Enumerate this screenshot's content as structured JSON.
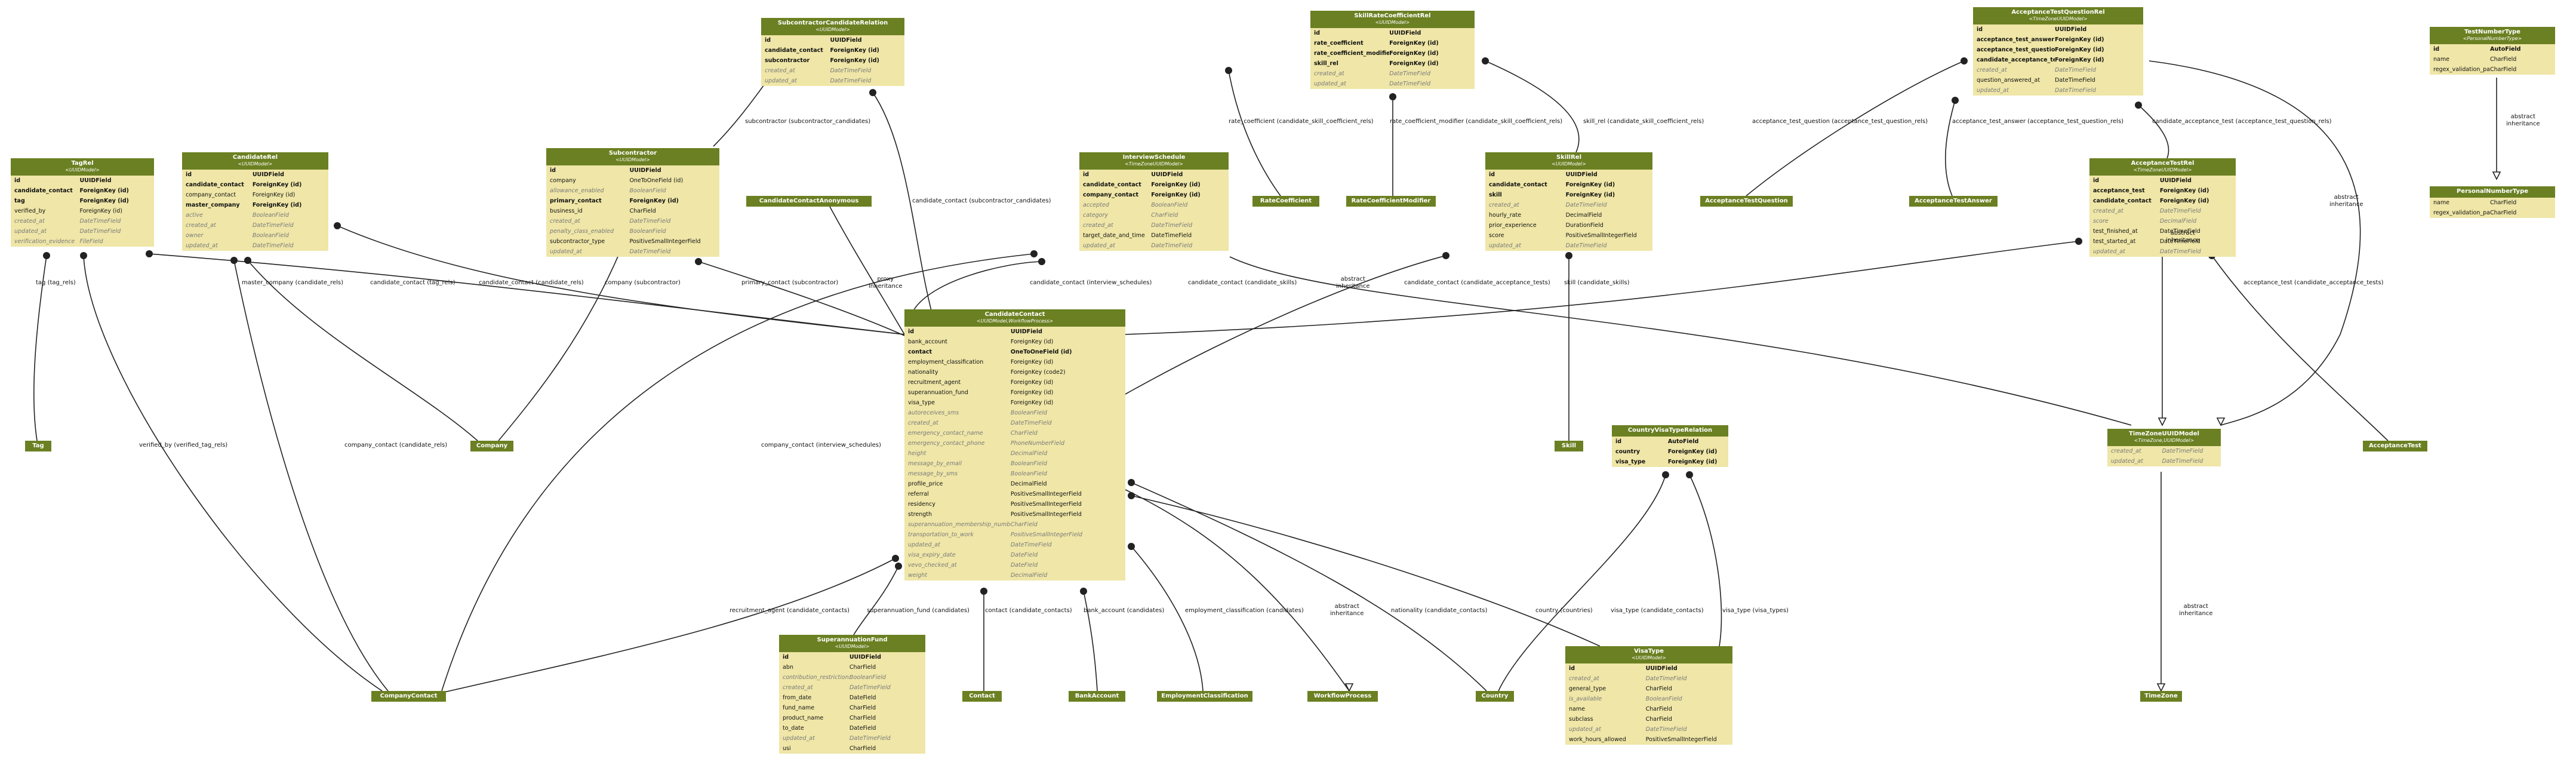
{
  "colors": {
    "header": "#6b8022",
    "body": "#efe6a7",
    "edge": "#222222"
  },
  "models": [
    {
      "id": "subcontractor-candidate-relation",
      "title": "SubcontractorCandidateRelation",
      "subtitle": "<UUIDModel>",
      "fields": [
        {
          "n": "id",
          "t": "UUIDField",
          "s": "pk"
        },
        {
          "n": "candidate_contact",
          "t": "ForeignKey (id)",
          "s": "k"
        },
        {
          "n": "subcontractor",
          "t": "ForeignKey (id)",
          "s": "k"
        },
        {
          "n": "created_at",
          "t": "DateTimeField",
          "s": "inh"
        },
        {
          "n": "updated_at",
          "t": "DateTimeField",
          "s": "inh"
        }
      ]
    },
    {
      "id": "skill-rate-coefficient-rel",
      "title": "SkillRateCoefficientRel",
      "subtitle": "<UUIDModel>",
      "fields": [
        {
          "n": "id",
          "t": "UUIDField",
          "s": "pk"
        },
        {
          "n": "rate_coefficient",
          "t": "ForeignKey (id)",
          "s": "k"
        },
        {
          "n": "rate_coefficient_modifier",
          "t": "ForeignKey (id)",
          "s": "k"
        },
        {
          "n": "skill_rel",
          "t": "ForeignKey (id)",
          "s": "k"
        },
        {
          "n": "created_at",
          "t": "DateTimeField",
          "s": "inh"
        },
        {
          "n": "updated_at",
          "t": "DateTimeField",
          "s": "inh"
        }
      ]
    },
    {
      "id": "acceptance-test-question-rel",
      "title": "AcceptanceTestQuestionRel",
      "subtitle": "<TimeZoneUUIDModel>",
      "fields": [
        {
          "n": "id",
          "t": "UUIDField",
          "s": "pk"
        },
        {
          "n": "acceptance_test_answer",
          "t": "ForeignKey (id)",
          "s": "k"
        },
        {
          "n": "acceptance_test_question",
          "t": "ForeignKey (id)",
          "s": "k"
        },
        {
          "n": "candidate_acceptance_test",
          "t": "ForeignKey (id)",
          "s": "k"
        },
        {
          "n": "created_at",
          "t": "DateTimeField",
          "s": "inh"
        },
        {
          "n": "question_answered_at",
          "t": "DateTimeField",
          "s": ""
        },
        {
          "n": "updated_at",
          "t": "DateTimeField",
          "s": "inh"
        }
      ]
    },
    {
      "id": "test-number-type",
      "title": "TestNumberType",
      "subtitle": "<PersonalNumberType>",
      "fields": [
        {
          "n": "id",
          "t": "AutoField",
          "s": "pk"
        },
        {
          "n": "name",
          "t": "CharField",
          "s": ""
        },
        {
          "n": "regex_validation_pattern",
          "t": "CharField",
          "s": ""
        }
      ]
    },
    {
      "id": "personal-number-type",
      "title": "PersonalNumberType",
      "subtitle": "",
      "fields": [
        {
          "n": "name",
          "t": "CharField",
          "s": ""
        },
        {
          "n": "regex_validation_pattern",
          "t": "CharField",
          "s": ""
        }
      ]
    },
    {
      "id": "tag-rel",
      "title": "TagRel",
      "subtitle": "<UUIDModel>",
      "fields": [
        {
          "n": "id",
          "t": "UUIDField",
          "s": "pk"
        },
        {
          "n": "candidate_contact",
          "t": "ForeignKey (id)",
          "s": "k"
        },
        {
          "n": "tag",
          "t": "ForeignKey (id)",
          "s": "k"
        },
        {
          "n": "verified_by",
          "t": "ForeignKey (id)",
          "s": ""
        },
        {
          "n": "created_at",
          "t": "DateTimeField",
          "s": "inh"
        },
        {
          "n": "updated_at",
          "t": "DateTimeField",
          "s": "inh"
        },
        {
          "n": "verification_evidence",
          "t": "FileField",
          "s": "inh"
        }
      ]
    },
    {
      "id": "candidate-rel",
      "title": "CandidateRel",
      "subtitle": "<UUIDModel>",
      "fields": [
        {
          "n": "id",
          "t": "UUIDField",
          "s": "pk"
        },
        {
          "n": "candidate_contact",
          "t": "ForeignKey (id)",
          "s": "k"
        },
        {
          "n": "company_contact",
          "t": "ForeignKey (id)",
          "s": ""
        },
        {
          "n": "master_company",
          "t": "ForeignKey (id)",
          "s": "k"
        },
        {
          "n": "active",
          "t": "BooleanField",
          "s": "inh"
        },
        {
          "n": "created_at",
          "t": "DateTimeField",
          "s": "inh"
        },
        {
          "n": "owner",
          "t": "BooleanField",
          "s": "inh"
        },
        {
          "n": "updated_at",
          "t": "DateTimeField",
          "s": "inh"
        }
      ]
    },
    {
      "id": "subcontractor",
      "title": "Subcontractor",
      "subtitle": "<UUIDModel>",
      "fields": [
        {
          "n": "id",
          "t": "UUIDField",
          "s": "pk"
        },
        {
          "n": "company",
          "t": "OneToOneField (id)",
          "s": ""
        },
        {
          "n": "allowance_enabled",
          "t": "BooleanField",
          "s": "inh"
        },
        {
          "n": "primary_contact",
          "t": "ForeignKey (id)",
          "s": "k"
        },
        {
          "n": "business_id",
          "t": "CharField",
          "s": ""
        },
        {
          "n": "created_at",
          "t": "DateTimeField",
          "s": "inh"
        },
        {
          "n": "penalty_class_enabled",
          "t": "BooleanField",
          "s": "inh"
        },
        {
          "n": "subcontractor_type",
          "t": "PositiveSmallIntegerField",
          "s": ""
        },
        {
          "n": "updated_at",
          "t": "DateTimeField",
          "s": "inh"
        }
      ]
    },
    {
      "id": "interview-schedule",
      "title": "InterviewSchedule",
      "subtitle": "<TimeZoneUUIDModel>",
      "fields": [
        {
          "n": "id",
          "t": "UUIDField",
          "s": "pk"
        },
        {
          "n": "candidate_contact",
          "t": "ForeignKey (id)",
          "s": "k"
        },
        {
          "n": "company_contact",
          "t": "ForeignKey (id)",
          "s": "k"
        },
        {
          "n": "accepted",
          "t": "BooleanField",
          "s": "inh"
        },
        {
          "n": "category",
          "t": "CharField",
          "s": "inh"
        },
        {
          "n": "created_at",
          "t": "DateTimeField",
          "s": "inh"
        },
        {
          "n": "target_date_and_time",
          "t": "DateTimeField",
          "s": ""
        },
        {
          "n": "updated_at",
          "t": "DateTimeField",
          "s": "inh"
        }
      ]
    },
    {
      "id": "skill-rel",
      "title": "SkillRel",
      "subtitle": "<UUIDModel>",
      "fields": [
        {
          "n": "id",
          "t": "UUIDField",
          "s": "pk"
        },
        {
          "n": "candidate_contact",
          "t": "ForeignKey (id)",
          "s": "k"
        },
        {
          "n": "skill",
          "t": "ForeignKey (id)",
          "s": "k"
        },
        {
          "n": "created_at",
          "t": "DateTimeField",
          "s": "inh"
        },
        {
          "n": "hourly_rate",
          "t": "DecimalField",
          "s": ""
        },
        {
          "n": "prior_experience",
          "t": "DurationField",
          "s": ""
        },
        {
          "n": "score",
          "t": "PositiveSmallIntegerField",
          "s": ""
        },
        {
          "n": "updated_at",
          "t": "DateTimeField",
          "s": "inh"
        }
      ]
    },
    {
      "id": "acceptance-test-rel",
      "title": "AcceptanceTestRel",
      "subtitle": "<TimeZoneUUIDModel>",
      "fields": [
        {
          "n": "id",
          "t": "UUIDField",
          "s": "pk"
        },
        {
          "n": "acceptance_test",
          "t": "ForeignKey (id)",
          "s": "k"
        },
        {
          "n": "candidate_contact",
          "t": "ForeignKey (id)",
          "s": "k"
        },
        {
          "n": "created_at",
          "t": "DateTimeField",
          "s": "inh"
        },
        {
          "n": "score",
          "t": "DecimalField",
          "s": "inh"
        },
        {
          "n": "test_finished_at",
          "t": "DateTimeField",
          "s": ""
        },
        {
          "n": "test_started_at",
          "t": "DateTimeField",
          "s": ""
        },
        {
          "n": "updated_at",
          "t": "DateTimeField",
          "s": "inh"
        }
      ]
    },
    {
      "id": "candidate-contact",
      "title": "CandidateContact",
      "subtitle": "<UUIDModel,WorkflowProcess>",
      "fields": [
        {
          "n": "id",
          "t": "UUIDField",
          "s": "pk"
        },
        {
          "n": "bank_account",
          "t": "ForeignKey (id)",
          "s": ""
        },
        {
          "n": "contact",
          "t": "OneToOneField (id)",
          "s": "k"
        },
        {
          "n": "employment_classification",
          "t": "ForeignKey (id)",
          "s": ""
        },
        {
          "n": "nationality",
          "t": "ForeignKey (code2)",
          "s": ""
        },
        {
          "n": "recruitment_agent",
          "t": "ForeignKey (id)",
          "s": ""
        },
        {
          "n": "superannuation_fund",
          "t": "ForeignKey (id)",
          "s": ""
        },
        {
          "n": "visa_type",
          "t": "ForeignKey (id)",
          "s": ""
        },
        {
          "n": "autoreceives_sms",
          "t": "BooleanField",
          "s": "inh"
        },
        {
          "n": "created_at",
          "t": "DateTimeField",
          "s": "inh"
        },
        {
          "n": "emergency_contact_name",
          "t": "CharField",
          "s": "inh"
        },
        {
          "n": "emergency_contact_phone",
          "t": "PhoneNumberField",
          "s": "inh"
        },
        {
          "n": "height",
          "t": "DecimalField",
          "s": "inh"
        },
        {
          "n": "message_by_email",
          "t": "BooleanField",
          "s": "inh"
        },
        {
          "n": "message_by_sms",
          "t": "BooleanField",
          "s": "inh"
        },
        {
          "n": "profile_price",
          "t": "DecimalField",
          "s": ""
        },
        {
          "n": "referral",
          "t": "PositiveSmallIntegerField",
          "s": ""
        },
        {
          "n": "residency",
          "t": "PositiveSmallIntegerField",
          "s": ""
        },
        {
          "n": "strength",
          "t": "PositiveSmallIntegerField",
          "s": ""
        },
        {
          "n": "superannuation_membership_number",
          "t": "CharField",
          "s": "inh"
        },
        {
          "n": "transportation_to_work",
          "t": "PositiveSmallIntegerField",
          "s": "inh"
        },
        {
          "n": "updated_at",
          "t": "DateTimeField",
          "s": "inh"
        },
        {
          "n": "visa_expiry_date",
          "t": "DateField",
          "s": "inh"
        },
        {
          "n": "vevo_checked_at",
          "t": "DateField",
          "s": "inh"
        },
        {
          "n": "weight",
          "t": "DecimalField",
          "s": "inh"
        }
      ]
    },
    {
      "id": "country-visa-type-relation",
      "title": "CountryVisaTypeRelation",
      "subtitle": "",
      "fields": [
        {
          "n": "id",
          "t": "AutoField",
          "s": "pk"
        },
        {
          "n": "country",
          "t": "ForeignKey (id)",
          "s": "k"
        },
        {
          "n": "visa_type",
          "t": "ForeignKey (id)",
          "s": "k"
        }
      ]
    },
    {
      "id": "time-zone-uuid-model",
      "title": "TimeZoneUUIDModel",
      "subtitle": "<TimeZone,UUIDModel>",
      "fields": [
        {
          "n": "created_at",
          "t": "DateTimeField",
          "s": "inh"
        },
        {
          "n": "updated_at",
          "t": "DateTimeField",
          "s": "inh"
        }
      ]
    },
    {
      "id": "superannuation-fund",
      "title": "SuperannuationFund",
      "subtitle": "<UUIDModel>",
      "fields": [
        {
          "n": "id",
          "t": "UUIDField",
          "s": "pk"
        },
        {
          "n": "abn",
          "t": "CharField",
          "s": ""
        },
        {
          "n": "contribution_restrictions",
          "t": "BooleanField",
          "s": "inh"
        },
        {
          "n": "created_at",
          "t": "DateTimeField",
          "s": "inh"
        },
        {
          "n": "from_date",
          "t": "DateField",
          "s": ""
        },
        {
          "n": "fund_name",
          "t": "CharField",
          "s": ""
        },
        {
          "n": "product_name",
          "t": "CharField",
          "s": ""
        },
        {
          "n": "to_date",
          "t": "DateField",
          "s": ""
        },
        {
          "n": "updated_at",
          "t": "DateTimeField",
          "s": "inh"
        },
        {
          "n": "usi",
          "t": "CharField",
          "s": ""
        }
      ]
    },
    {
      "id": "visa-type",
      "title": "VisaType",
      "subtitle": "<UUIDModel>",
      "fields": [
        {
          "n": "id",
          "t": "UUIDField",
          "s": "pk"
        },
        {
          "n": "created_at",
          "t": "DateTimeField",
          "s": "inh"
        },
        {
          "n": "general_type",
          "t": "CharField",
          "s": ""
        },
        {
          "n": "is_available",
          "t": "BooleanField",
          "s": "inh"
        },
        {
          "n": "name",
          "t": "CharField",
          "s": ""
        },
        {
          "n": "subclass",
          "t": "CharField",
          "s": ""
        },
        {
          "n": "updated_at",
          "t": "DateTimeField",
          "s": "inh"
        },
        {
          "n": "work_hours_allowed",
          "t": "PositiveSmallIntegerField",
          "s": ""
        }
      ]
    }
  ],
  "chips": [
    {
      "id": "candidate-contact-anonymous",
      "label": "CandidateContactAnonymous"
    },
    {
      "id": "rate-coefficient",
      "label": "RateCoefficient"
    },
    {
      "id": "rate-coefficient-modifier",
      "label": "RateCoefficientModifier"
    },
    {
      "id": "acceptance-test-question",
      "label": "AcceptanceTestQuestion"
    },
    {
      "id": "acceptance-test-answer",
      "label": "AcceptanceTestAnswer"
    },
    {
      "id": "tag",
      "label": "Tag"
    },
    {
      "id": "company",
      "label": "Company"
    },
    {
      "id": "skill",
      "label": "Skill"
    },
    {
      "id": "acceptance-test",
      "label": "AcceptanceTest"
    },
    {
      "id": "company-contact",
      "label": "CompanyContact"
    },
    {
      "id": "contact",
      "label": "Contact"
    },
    {
      "id": "bank-account",
      "label": "BankAccount"
    },
    {
      "id": "employment-classification",
      "label": "EmploymentClassification"
    },
    {
      "id": "workflow-process",
      "label": "WorkflowProcess"
    },
    {
      "id": "country",
      "label": "Country"
    },
    {
      "id": "time-zone",
      "label": "TimeZone"
    }
  ],
  "edge_labels": [
    {
      "id": "subcontractor-candidates",
      "text": "subcontractor (subcontractor_candidates)"
    },
    {
      "id": "candidate-contact-subcontractor-candidates",
      "text": "candidate_contact (subcontractor_candidates)"
    },
    {
      "id": "rate-coefficient-rels",
      "text": "rate_coefficient (candidate_skill_coefficient_rels)"
    },
    {
      "id": "rate-coefficient-modifier-rels",
      "text": "rate_coefficient_modifier (candidate_skill_coefficient_rels)"
    },
    {
      "id": "skill-rel-rels",
      "text": "skill_rel (candidate_skill_coefficient_rels)"
    },
    {
      "id": "acceptance-test-question-rels",
      "text": "acceptance_test_question (acceptance_test_question_rels)"
    },
    {
      "id": "acceptance-test-answer-rels",
      "text": "acceptance_test_answer (acceptance_test_question_rels)"
    },
    {
      "id": "candidate-acceptance-test-rels",
      "text": "candidate_acceptance_test (acceptance_test_question_rels)"
    },
    {
      "id": "abstract-inheritance-numbertype",
      "text": "abstract\ninheritance"
    },
    {
      "id": "abstract-inheritance-right",
      "text": "abstract\ninheritance"
    },
    {
      "id": "abstract-inheritance-atr",
      "text": "abstract\ninheritance"
    },
    {
      "id": "tag-tag-rels",
      "text": "tag (tag_rels)"
    },
    {
      "id": "master-company",
      "text": "master_company (candidate_rels)"
    },
    {
      "id": "candidate-contact-tag-rels",
      "text": "candidate_contact (tag_rels)"
    },
    {
      "id": "candidate-contact-candidate-rels",
      "text": "candidate_contact (candidate_rels)"
    },
    {
      "id": "company-subcontractor",
      "text": "company (subcontractor)"
    },
    {
      "id": "primary-contact",
      "text": "primary_contact (subcontractor)"
    },
    {
      "id": "proxy-inheritance",
      "text": "proxy\ninheritance"
    },
    {
      "id": "candidate-contact-interview",
      "text": "candidate_contact (interview_schedules)"
    },
    {
      "id": "candidate-contact-skills",
      "text": "candidate_contact (candidate_skills)"
    },
    {
      "id": "abstract-inheritance-mid",
      "text": "abstract\ninheritance"
    },
    {
      "id": "candidate-contact-acceptance-tests",
      "text": "candidate_contact (candidate_acceptance_tests)"
    },
    {
      "id": "skill-candidate-skills",
      "text": "skill (candidate_skills)"
    },
    {
      "id": "acceptance-test-candidate",
      "text": "acceptance_test (candidate_acceptance_tests)"
    },
    {
      "id": "verified-by",
      "text": "verified_by (verified_tag_rels)"
    },
    {
      "id": "company-contact-candidate-rels",
      "text": "company_contact (candidate_rels)"
    },
    {
      "id": "company-contact-interview",
      "text": "company_contact (interview_schedules)"
    },
    {
      "id": "recruitment-agent",
      "text": "recruitment_agent (candidate_contacts)"
    },
    {
      "id": "superannuation-fund-label",
      "text": "superannuation_fund (candidates)"
    },
    {
      "id": "contact-candidate-contacts",
      "text": "contact (candidate_contacts)"
    },
    {
      "id": "bank-account-label",
      "text": "bank_account (candidates)"
    },
    {
      "id": "employment-classification-label",
      "text": "employment_classification (candidates)"
    },
    {
      "id": "abstract-inheritance-workflow",
      "text": "abstract\ninheritance"
    },
    {
      "id": "nationality-label",
      "text": "nationality (candidate_contacts)"
    },
    {
      "id": "country-countries",
      "text": "country (countries)"
    },
    {
      "id": "visa-type-candidate-contacts",
      "text": "visa_type (candidate_contacts)"
    },
    {
      "id": "visa-type-visa-types",
      "text": "visa_type (visa_types)"
    },
    {
      "id": "abstract-inheritance-timezone",
      "text": "abstract\ninheritance"
    }
  ]
}
